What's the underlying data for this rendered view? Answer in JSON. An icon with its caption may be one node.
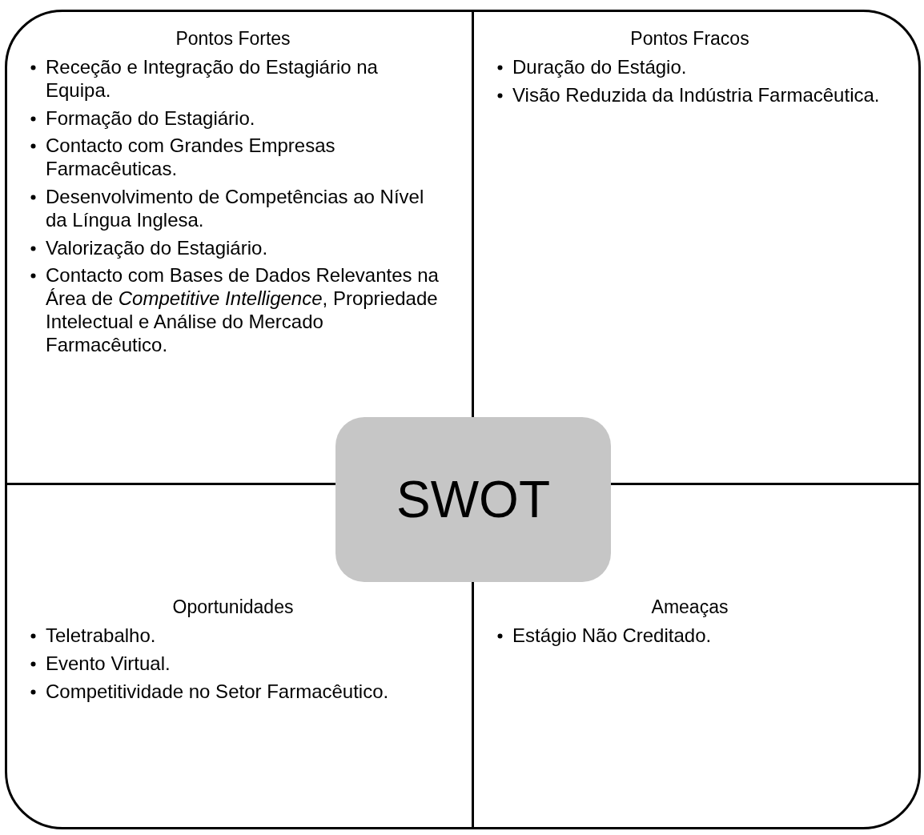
{
  "diagram": {
    "nodes": [
      {
        "text": [
          "Pontos Fortes",
          "Receção e Integração do Estagiário na Equipa.",
          "Formação do Estagiário.",
          "Contacto com Grandes Empresas Farmacêuticas.",
          "Desenvolvimento de Competências ao Nível da Língua Inglesa.",
          "Valorização do Estagiário.",
          "Contacto com Bases de Dados Relevantes na Área de *Competitive Intelligence*, Propriedade Intelectual e Análise do Mercado Farmacêutico."
        ]
      },
      {
        "text": [
          "Pontos Fracos",
          "Duração do Estágio.",
          "Visão Reduzida da Indústria Farmacêutica."
        ]
      },
      {
        "text": [
          "Oportunidades",
          "Teletrabalho.",
          "Evento Virtual.",
          "Competitividade no Setor Farmacêutico."
        ]
      },
      {
        "text": [
          "Ameaças",
          "Estágio Não Creditado."
        ]
      },
      {
        "text": [
          "SWOT"
        ]
      }
    ]
  }
}
